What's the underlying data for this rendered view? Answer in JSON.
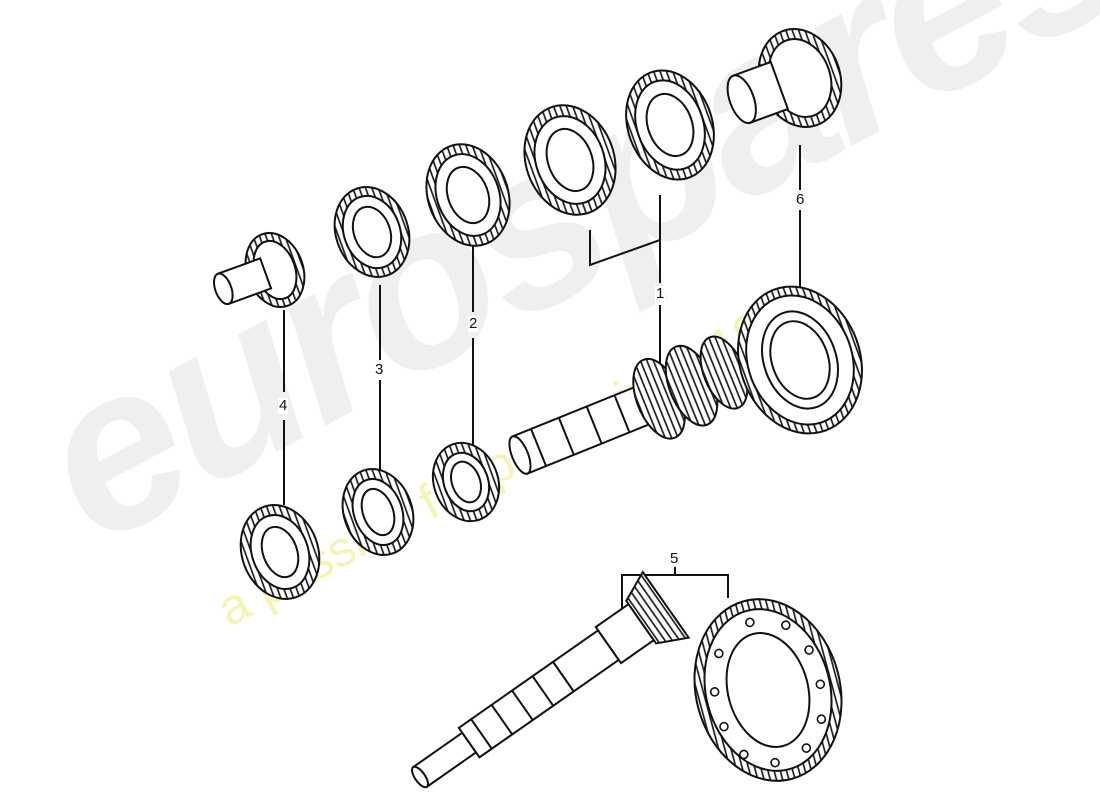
{
  "watermark": {
    "brand": "eurospares",
    "slogan": "a passion for parts since 1985"
  },
  "callouts": [
    {
      "id": "c1",
      "label": "1"
    },
    {
      "id": "c2",
      "label": "2"
    },
    {
      "id": "c3",
      "label": "3"
    },
    {
      "id": "c4",
      "label": "4"
    },
    {
      "id": "c5",
      "label": "5"
    },
    {
      "id": "c6",
      "label": "6"
    }
  ],
  "colors": {
    "line": "#111111",
    "watermark_grey": "#d2d2d2",
    "watermark_yellow": "#ebeb78"
  }
}
